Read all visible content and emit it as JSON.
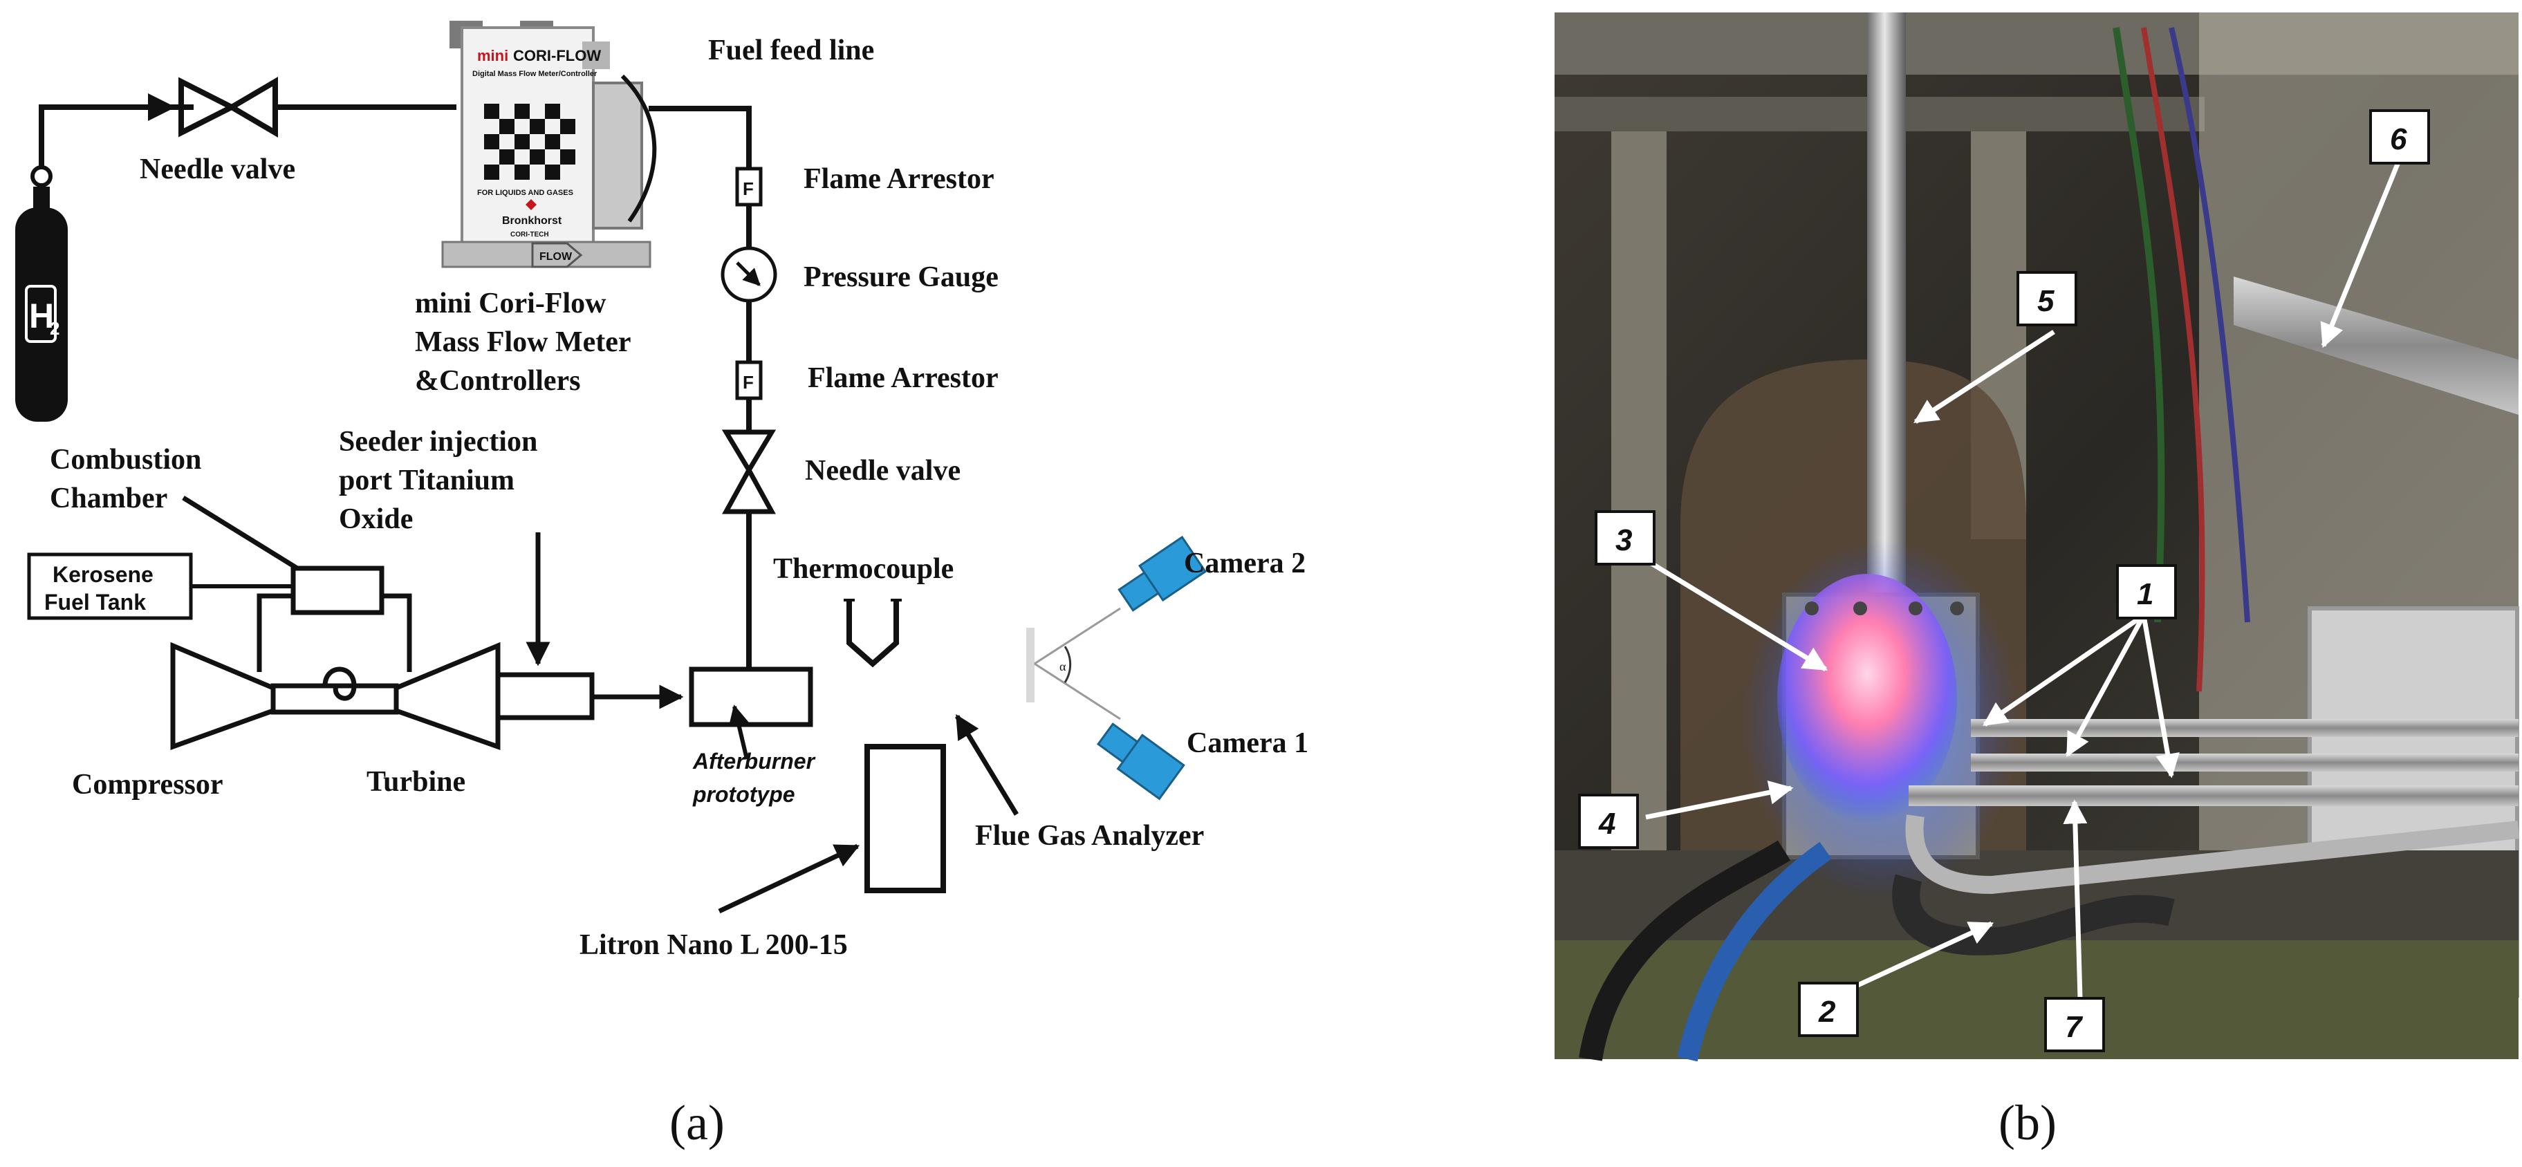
{
  "panel_a": {
    "caption": "(a)",
    "labels": {
      "fuel_feed_line": "Fuel feed line",
      "needle_valve_top": "Needle valve",
      "flame_arrestor_1": "Flame Arrestor",
      "pressure_gauge": "Pressure Gauge",
      "flame_arrestor_2": "Flame Arrestor",
      "needle_valve_2": "Needle valve",
      "meter_line1": "mini Cori-Flow",
      "meter_line2": "Mass Flow Meter",
      "meter_line3": "&Controllers",
      "combustion_line1": "Combustion",
      "combustion_line2": "Chamber",
      "seeder_line1": "Seeder injection",
      "seeder_line2": "port Titanium",
      "seeder_line3": "Oxide",
      "kerosene_line1": "Kerosene",
      "kerosene_line2": "Fuel Tank",
      "compressor": "Compressor",
      "turbine": "Turbine",
      "afterburner_line1": "Afterburner",
      "afterburner_line2": "prototype",
      "thermocouple": "Thermocouple",
      "camera_2": "Camera 2",
      "camera_1": "Camera 1",
      "flue_gas": "Flue Gas Analyzer",
      "litron": "Litron Nano L 200-15",
      "h2_symbol": "H",
      "h2_subscript": "2",
      "arrestor_mark": "F",
      "angle_mark": "α"
    },
    "device_text": {
      "brand_mini": "mini",
      "brand_name": "CORI-FLOW",
      "sub": "Digital Mass Flow Meter/Controller",
      "for_liquids": "FOR LIQUIDS AND GASES",
      "bronkhorst": "Bronkhorst",
      "cori_tech": "CORI-TECH",
      "flow": "FLOW"
    }
  },
  "panel_b": {
    "caption": "(b)",
    "callouts": [
      "1",
      "2",
      "3",
      "4",
      "5",
      "6",
      "7"
    ]
  },
  "colors": {
    "ink": "#111111",
    "camera_blue": "#2a9bd8",
    "flame_pink": "#ff7fb0",
    "flame_blue": "#4a78ff"
  }
}
